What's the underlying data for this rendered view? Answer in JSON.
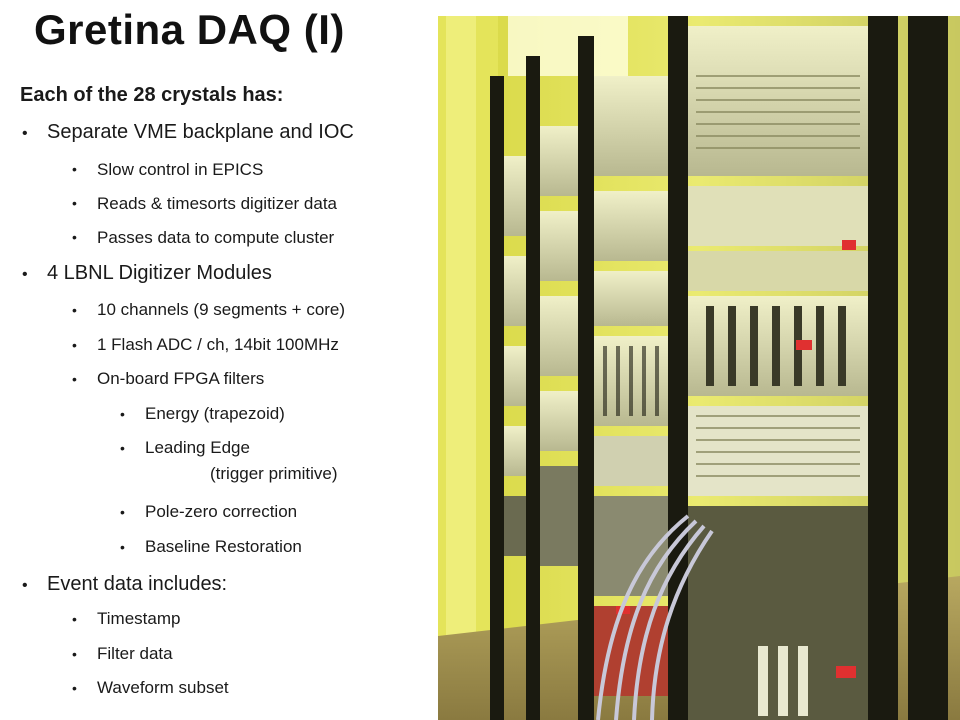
{
  "slide": {
    "title": "Gretina DAQ (I)",
    "intro": "Each of the 28 crystals has:",
    "bullets": {
      "backplane": "Separate VME backplane and IOC",
      "backplane_sub": [
        "Slow control in EPICS",
        "Reads & timesorts digitizer data",
        "Passes data to compute cluster"
      ],
      "digitizer": "4 LBNL Digitizer Modules",
      "digitizer_sub": [
        "10 channels (9 segments + core)",
        "1 Flash ADC / ch, 14bit 100MHz",
        "On-board FPGA filters"
      ],
      "filters": [
        "Energy (trapezoid)",
        "Leading Edge",
        "(trigger primitive)",
        "Pole-zero correction",
        "Baseline Restoration"
      ],
      "event": "Event data includes:",
      "event_sub": [
        "Timestamp",
        "Filter data",
        "Waveform subset"
      ]
    }
  },
  "photo": {
    "subject": "electronics-racks-photo",
    "palette": {
      "glow": "#e8e860",
      "rack": "#1c1c14",
      "panel": "#d8d8b0",
      "led": "#e03030"
    }
  }
}
